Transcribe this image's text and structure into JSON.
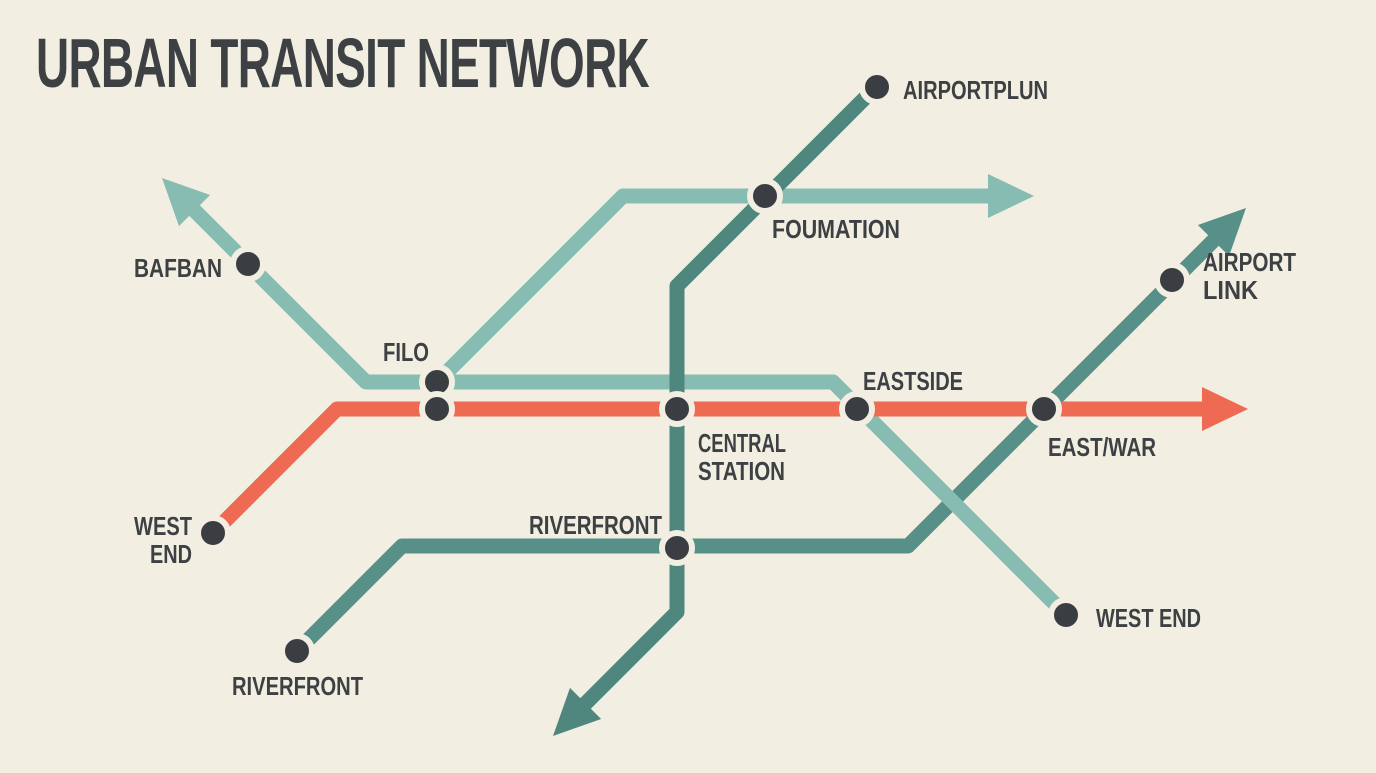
{
  "title": "URBAN TRANSIT NETWORK",
  "map": {
    "colors": {
      "background": "#f2efe2",
      "text": "#3d4144",
      "station_dot": "#3a3e42",
      "red_line": "#ee6a52",
      "teal_light_line": "#87bcb2",
      "teal_dark_line": "#4f867e",
      "teal_mid_line": "#579089"
    },
    "stations": {
      "bafban": "BAFBAN",
      "filo": "FILO",
      "west_end_left_1": "WEST",
      "west_end_left_2": "END",
      "riverfront_left": "RIVERFRONT",
      "central_station_1": "CENTRAL",
      "central_station_2": "STATION",
      "riverfront_center": "RIVERFRONT",
      "foumation": "FOUMATION",
      "airportplun": "AIRPORTPLUN",
      "eastside": "EASTSIDE",
      "east_war": "EAST/WAR",
      "airport_link_1": "AIRPORT",
      "airport_link_2": "LINK",
      "west_end_right": "WEST END"
    },
    "routes": [
      {
        "name": "red-line",
        "color": "#ee6a52",
        "stops": [
          "WEST END",
          "FILO",
          "CENTRAL STATION",
          "EASTSIDE",
          "EAST/WAR"
        ],
        "terminal": "arrow-right"
      },
      {
        "name": "teal-light-line",
        "color": "#87bcb2",
        "stops": [
          "BAFBAN",
          "FILO",
          "FOUMATION",
          "EASTSIDE",
          "WEST END"
        ],
        "terminal": "arrows-up-left-and-right"
      },
      {
        "name": "teal-dark-line",
        "color": "#4f867e",
        "stops": [
          "AIRPORTPLUN",
          "FOUMATION",
          "CENTRAL STATION",
          "RIVERFRONT"
        ],
        "terminal": "arrow-down-left"
      },
      {
        "name": "teal-mid-line",
        "color": "#579089",
        "stops": [
          "RIVERFRONT",
          "RIVERFRONT",
          "EAST/WAR",
          "AIRPORT LINK"
        ],
        "terminal": "arrow-up-right"
      }
    ]
  }
}
